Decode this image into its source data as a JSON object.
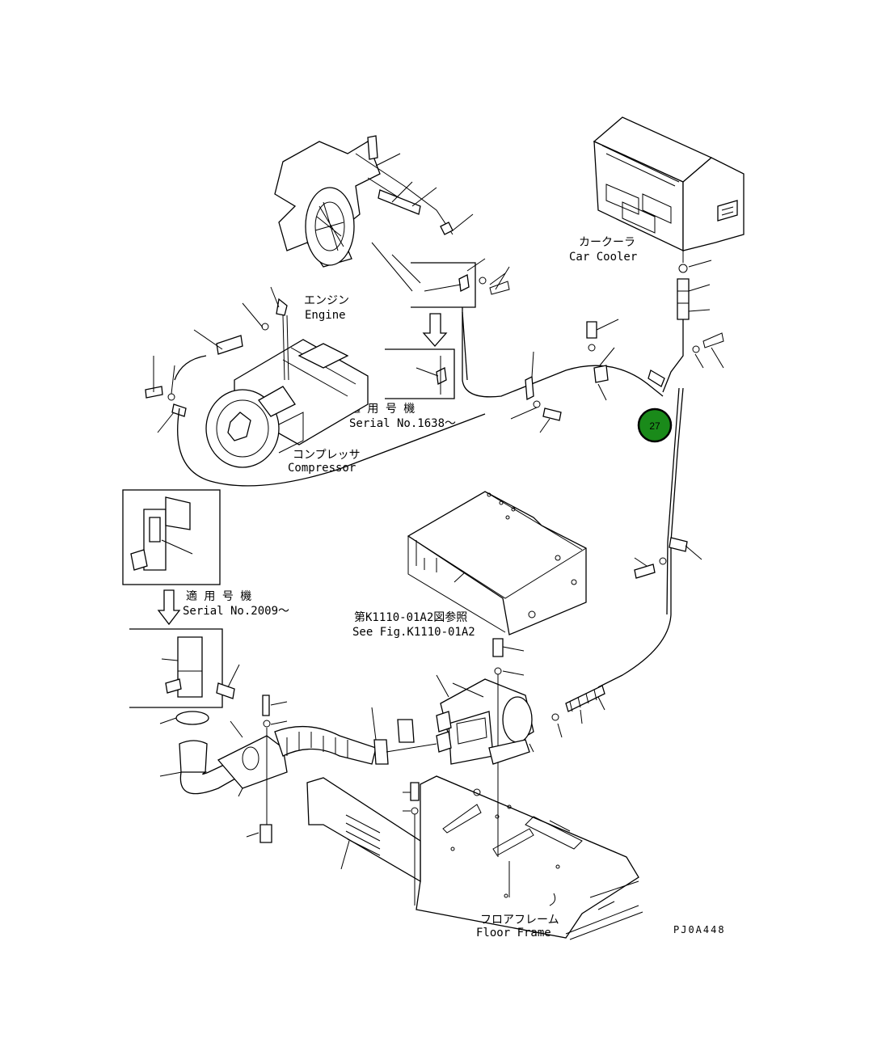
{
  "labels": {
    "car_cooler_jp": "カークーラ",
    "car_cooler_en": "Car Cooler",
    "engine_jp": "エンジン",
    "engine_en": "Engine",
    "serial_1_jp": "適 用 号 機",
    "serial_1_en": "Serial No.1638～",
    "compressor_jp": "コンプレッサ",
    "compressor_en": "Compressor",
    "serial_2_jp": "適 用 号 機",
    "serial_2_en": "Serial No.2009～",
    "see_fig_jp": "第K1110-01A2図参照",
    "see_fig_en": "See Fig.K1110-01A2",
    "floor_frame_jp": "フロアフレーム",
    "floor_frame_en": "Floor Frame",
    "drawing_code": "PJ0A448"
  },
  "callouts": [
    {
      "number": "27",
      "color": "#1a8a1a"
    }
  ]
}
